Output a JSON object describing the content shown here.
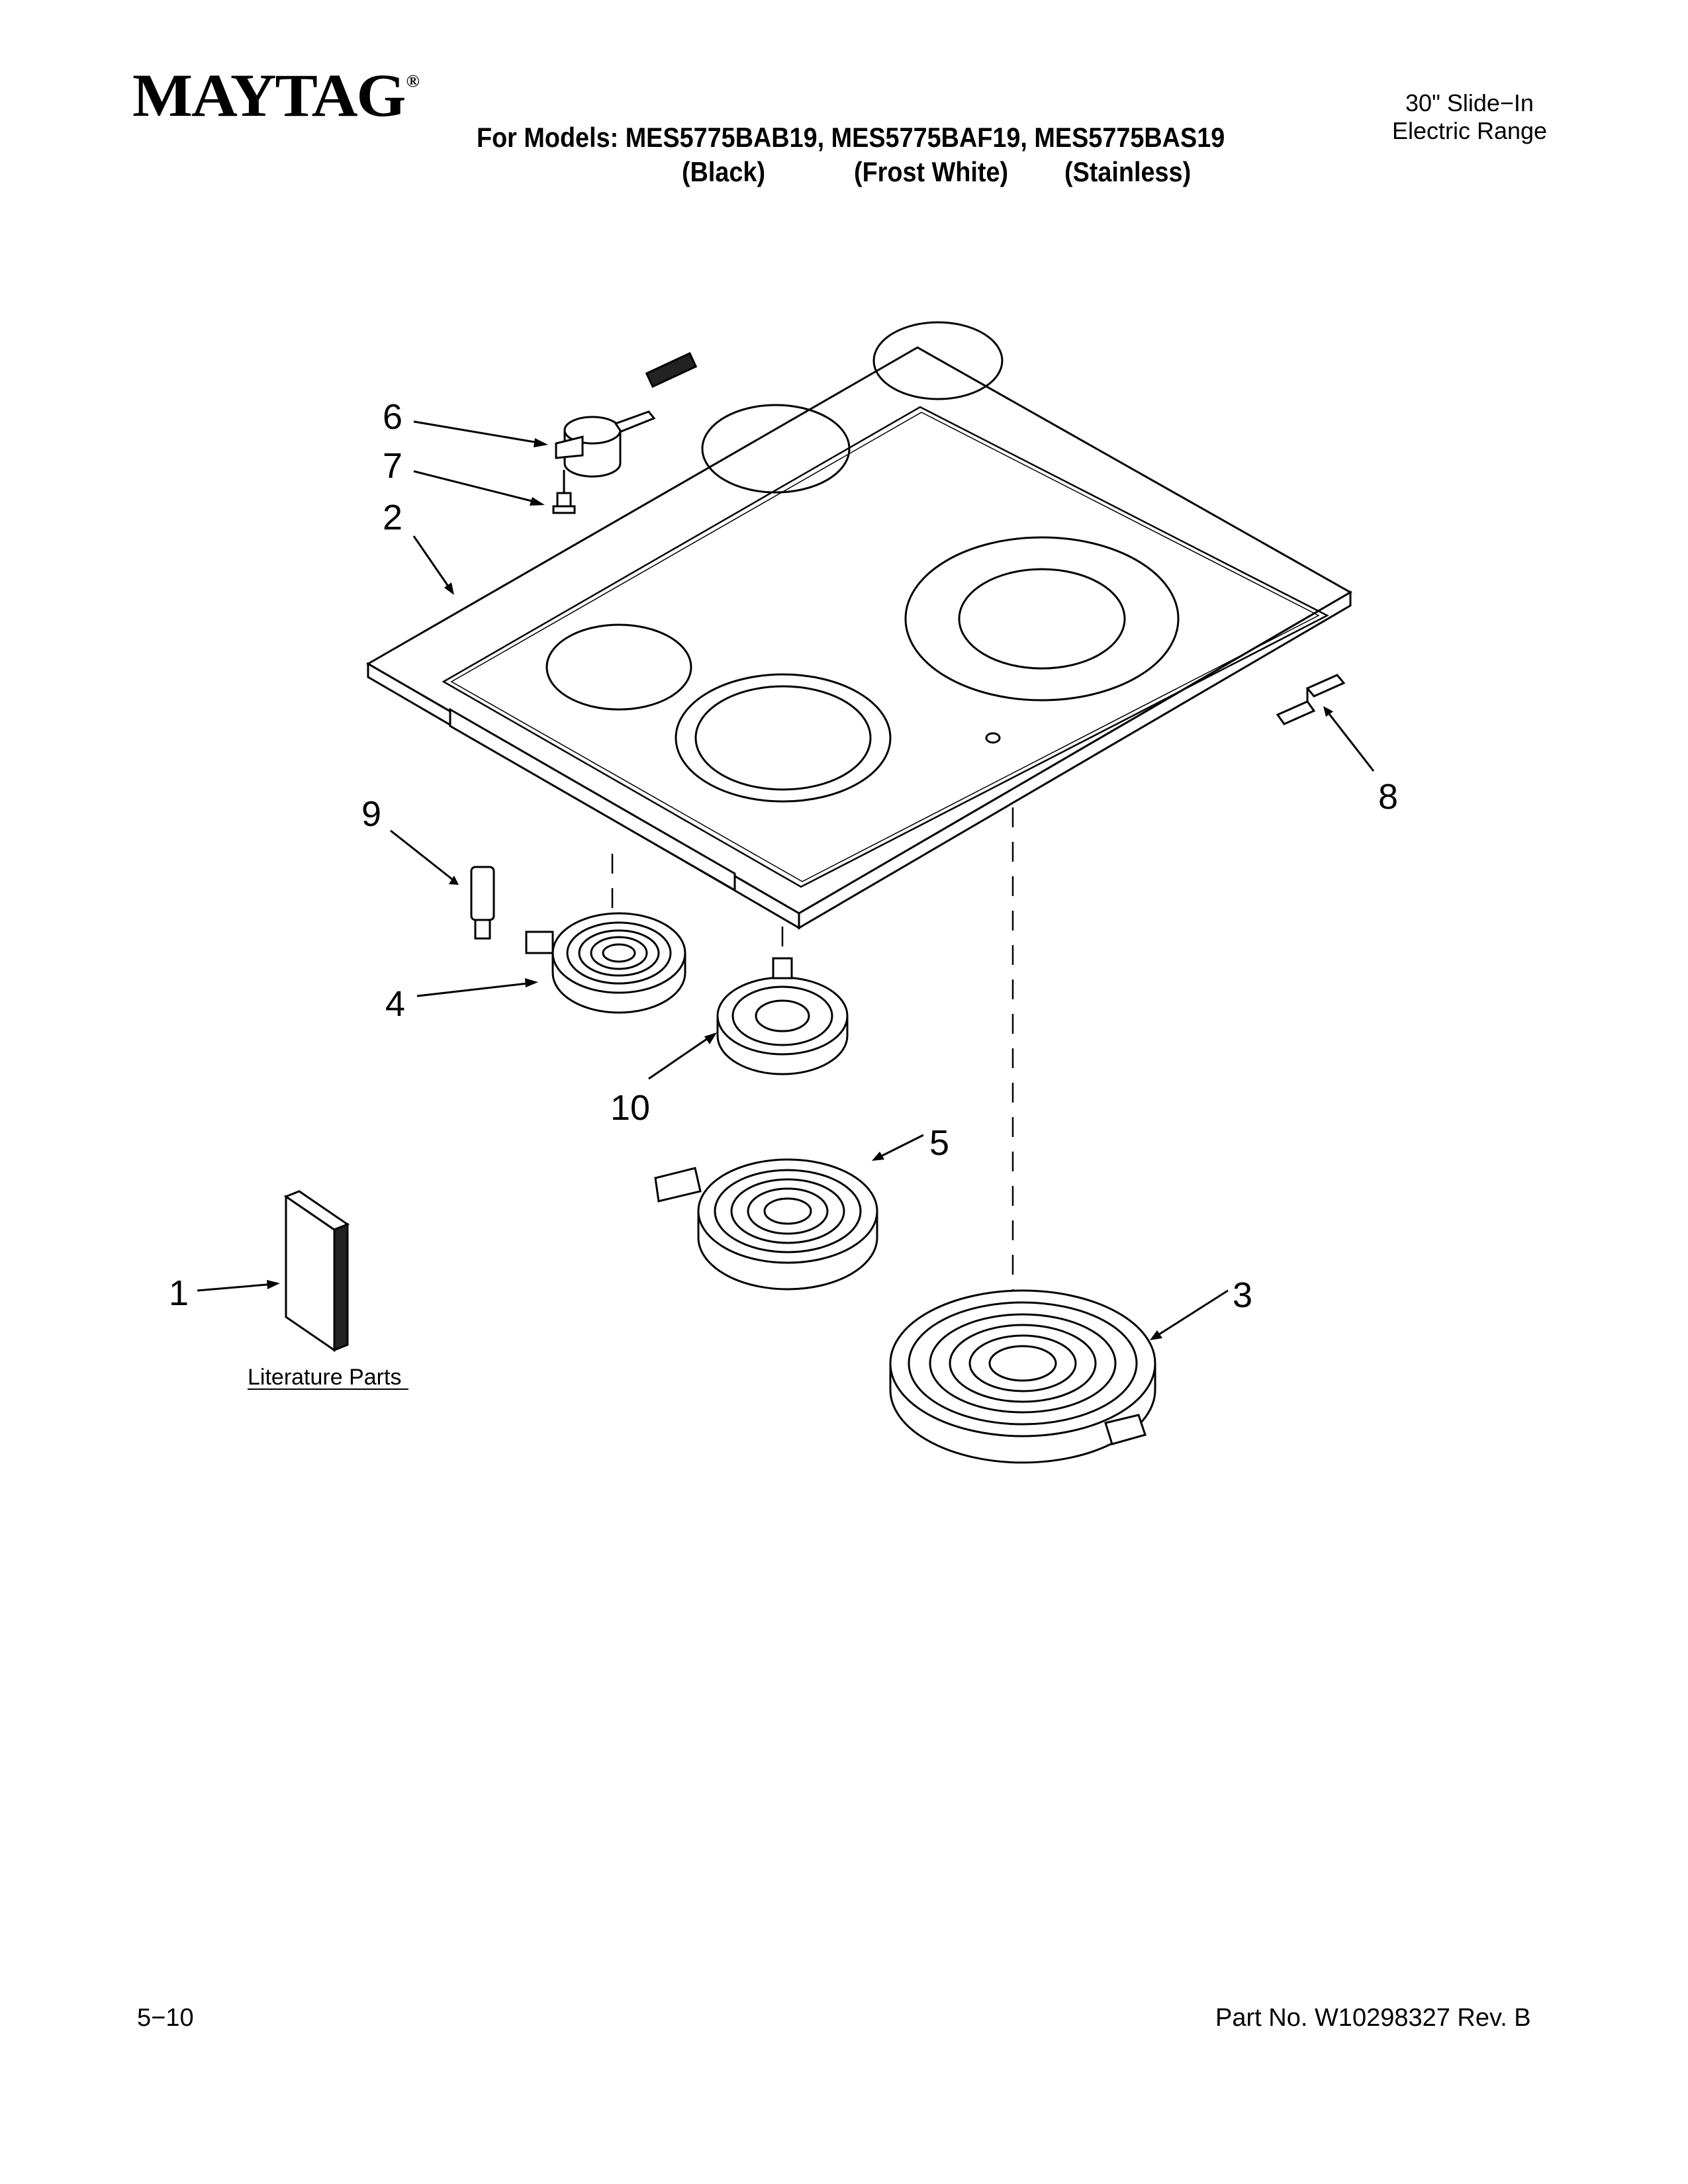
{
  "header": {
    "brand": "MAYTAG",
    "brand_mark": "®",
    "models_line": "For Models: MES5775BAB19, MES5775BAF19, MES5775BAS19",
    "colors": [
      "(Black)",
      "(Frost White)",
      "(Stainless)"
    ],
    "product_line1": "30\" Slide−In",
    "product_line2": "Electric Range"
  },
  "callouts": {
    "c1": "1",
    "c2": "2",
    "c3": "3",
    "c4": "4",
    "c5": "5",
    "c6": "6",
    "c7": "7",
    "c8": "8",
    "c9": "9",
    "c10": "10"
  },
  "literature_label": "Literature Parts",
  "footer": {
    "page": "5−10",
    "part_number": "Part No. W10298327 Rev. B"
  }
}
